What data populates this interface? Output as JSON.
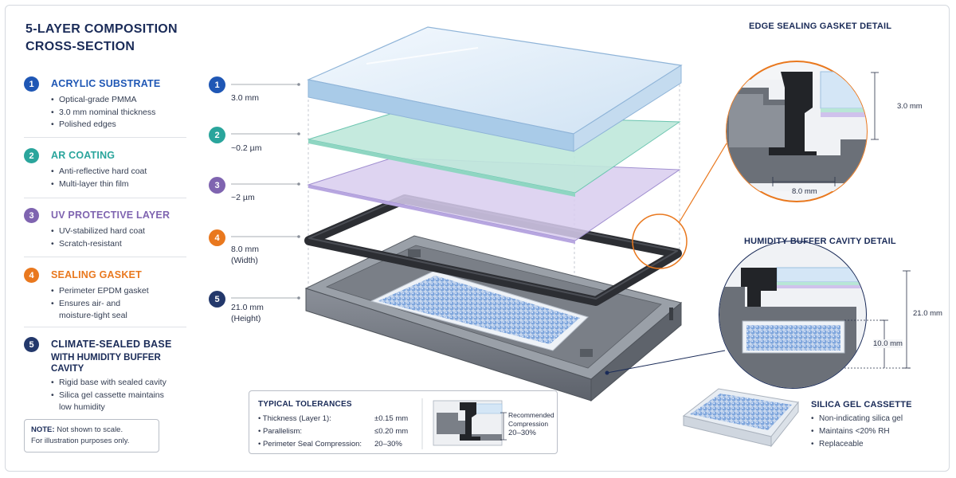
{
  "title_line1": "5-LAYER COMPOSITION",
  "title_line2": "CROSS-SECTION",
  "layers": [
    {
      "num": "1",
      "title": "ACRYLIC SUBSTRATE",
      "subtitle": "",
      "color": "#1f57b5",
      "bullets": [
        "Optical-grade PMMA",
        "3.0 mm nominal thickness",
        "Polished edges"
      ],
      "value": "3.0 mm",
      "value2": ""
    },
    {
      "num": "2",
      "title": "AR COATING",
      "subtitle": "",
      "color": "#2aa59c",
      "bullets": [
        "Anti-reflective hard coat",
        "Multi-layer thin film"
      ],
      "value": "~0.2 µm",
      "value2": ""
    },
    {
      "num": "3",
      "title": "UV PROTECTIVE LAYER",
      "subtitle": "",
      "color": "#7f64b0",
      "bullets": [
        "UV-stabilized hard coat",
        "Scratch-resistant"
      ],
      "value": "~2 µm",
      "value2": ""
    },
    {
      "num": "4",
      "title": "SEALING GASKET",
      "subtitle": "",
      "color": "#e9781e",
      "bullets": [
        "Perimeter EPDM gasket",
        "Ensures air- and",
        "moisture-tight seal"
      ],
      "value": "8.0 mm",
      "value2": "(Width)"
    },
    {
      "num": "5",
      "title": "CLIMATE-SEALED BASE",
      "subtitle": "WITH HUMIDITY BUFFER CAVITY",
      "color": "#23386b",
      "bullets": [
        "Rigid base with sealed cavity",
        "Silica gel cassette maintains",
        "low humidity"
      ],
      "value": "21.0 mm",
      "value2": "(Height)"
    }
  ],
  "note": {
    "label": "NOTE:",
    "line1": " Not shown to scale.",
    "line2": "For illustration purposes only."
  },
  "edge_detail": {
    "title": "EDGE SEALING GASKET DETAIL",
    "height": "3.0 mm",
    "width": "8.0 mm"
  },
  "cavity_detail": {
    "title": "HUMIDITY BUFFER CAVITY DETAIL",
    "total_height": "21.0 mm",
    "cavity_height": "10.0 mm"
  },
  "tolerances": {
    "title": "TYPICAL TOLERANCES",
    "rows": [
      {
        "label": "Thickness (Layer 1):",
        "value": "±0.15 mm"
      },
      {
        "label": "Parallelism:",
        "value": "≤0.20 mm"
      },
      {
        "label": "Perimeter Seal Compression:",
        "value": "20–30%"
      }
    ],
    "rec_line1": "Recommended",
    "rec_line2": "Compression",
    "rec_line3": "20–30%"
  },
  "cassette": {
    "title": "SILICA GEL CASSETTE",
    "bullets": [
      "Non-indicating silica gel",
      "Maintains <20% RH",
      "Replaceable"
    ]
  },
  "colors": {
    "navy": "#1a2b58",
    "orange": "#e9781e",
    "glass": "#d8e8f6",
    "ar": "#bfe8dc",
    "uv": "#d7cdf0",
    "gasket": "#2c2e33",
    "base": "#6c717a",
    "bead": "#7fa6dc"
  }
}
